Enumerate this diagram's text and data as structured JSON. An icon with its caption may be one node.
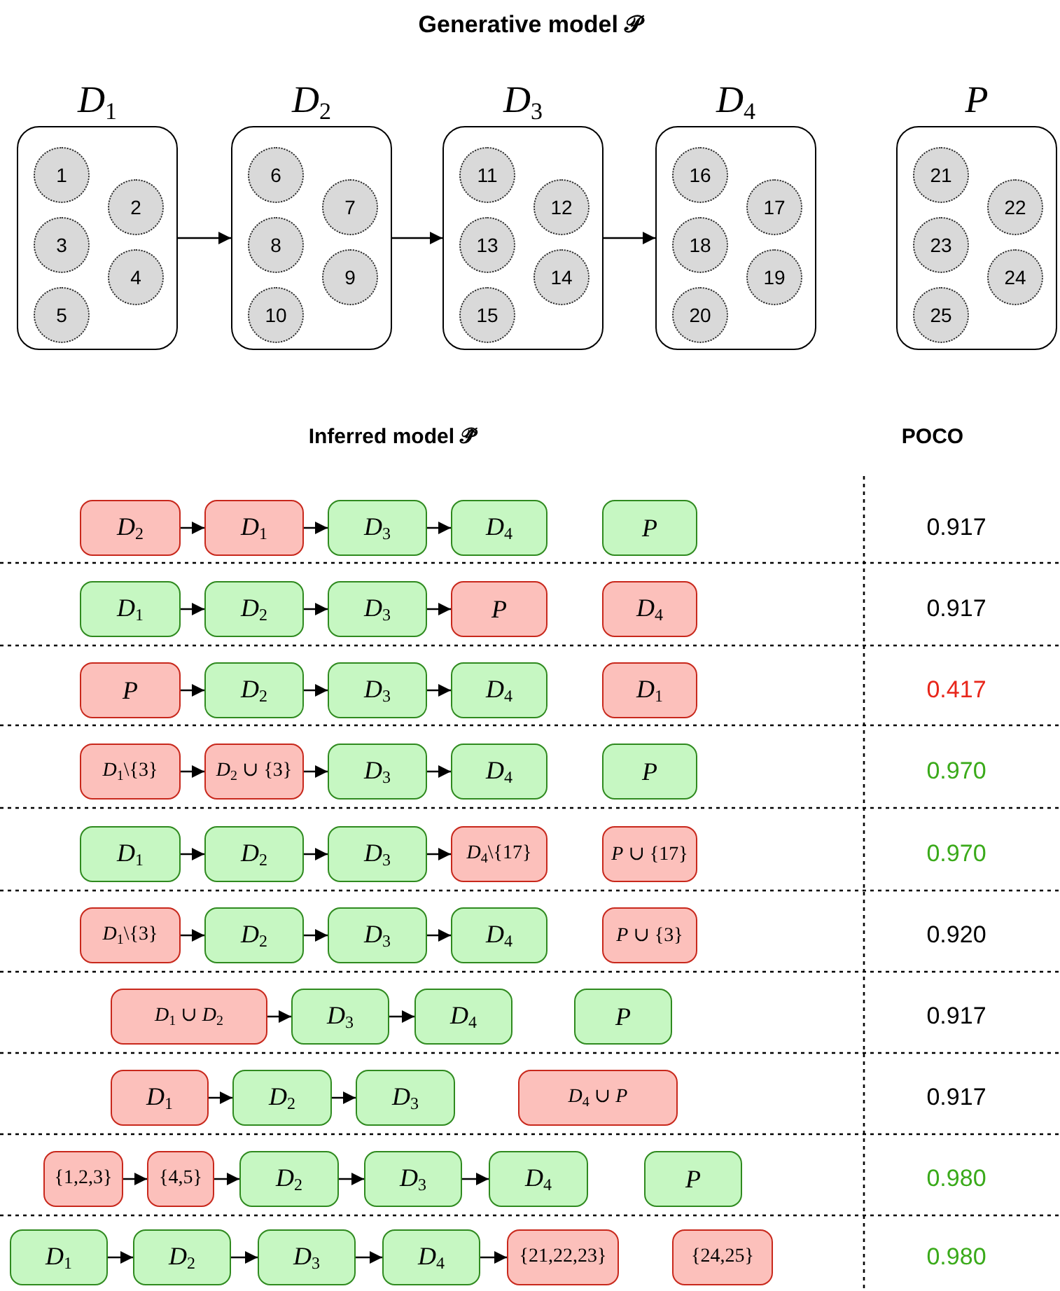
{
  "diagram": {
    "title": "Generative model 𝒫",
    "nodes": [
      {
        "text": [
          "*D*$_{1}$"
        ]
      },
      {
        "text": [
          "1"
        ],
        "in": 0
      },
      {
        "text": [
          "2"
        ],
        "in": 0
      },
      {
        "text": [
          "3"
        ],
        "in": 0
      },
      {
        "text": [
          "4"
        ],
        "in": 0
      },
      {
        "text": [
          "5"
        ],
        "in": 0
      },
      {
        "text": [
          "*D*$_{2}$"
        ]
      },
      {
        "text": [
          "6"
        ],
        "in": 6
      },
      {
        "text": [
          "7"
        ],
        "in": 6
      },
      {
        "text": [
          "8"
        ],
        "in": 6
      },
      {
        "text": [
          "9"
        ],
        "in": 6
      },
      {
        "text": [
          "10"
        ],
        "in": 6
      },
      {
        "text": [
          "*D*$_{3}$"
        ]
      },
      {
        "text": [
          "11"
        ],
        "in": 12
      },
      {
        "text": [
          "12"
        ],
        "in": 12
      },
      {
        "text": [
          "13"
        ],
        "in": 12
      },
      {
        "text": [
          "14"
        ],
        "in": 12
      },
      {
        "text": [
          "15"
        ],
        "in": 12
      },
      {
        "text": [
          "*D*$_{4}$"
        ]
      },
      {
        "text": [
          "16"
        ],
        "in": 18
      },
      {
        "text": [
          "17"
        ],
        "in": 18
      },
      {
        "text": [
          "18"
        ],
        "in": 18
      },
      {
        "text": [
          "19"
        ],
        "in": 18
      },
      {
        "text": [
          "20"
        ],
        "in": 18
      },
      {
        "text": [
          "*P*"
        ]
      },
      {
        "text": [
          "21"
        ],
        "in": 24
      },
      {
        "text": [
          "22"
        ],
        "in": 24
      },
      {
        "text": [
          "23"
        ],
        "in": 24
      },
      {
        "text": [
          "24"
        ],
        "in": 24
      },
      {
        "text": [
          "25"
        ],
        "in": 24
      },
      {
        "text": [
          "*D*$_{2}$"
        ]
      },
      {
        "text": [
          "*D*$_{1}$"
        ]
      },
      {
        "text": [
          "*D*$_{3}$"
        ]
      },
      {
        "text": [
          "*D*$_{4}$"
        ]
      },
      {
        "text": [
          "*P*"
        ]
      },
      {
        "text": [
          "*D*$_{1}$"
        ]
      },
      {
        "text": [
          "*D*$_{2}$"
        ]
      },
      {
        "text": [
          "*D*$_{3}$"
        ]
      },
      {
        "text": [
          "*P*"
        ]
      },
      {
        "text": [
          "*D*$_{4}$"
        ]
      },
      {
        "text": [
          "*P*"
        ]
      },
      {
        "text": [
          "*D*$_{2}$"
        ]
      },
      {
        "text": [
          "*D*$_{3}$"
        ]
      },
      {
        "text": [
          "*D*$_{4}$"
        ]
      },
      {
        "text": [
          "*D*$_{1}$"
        ]
      },
      {
        "text": [
          "*D*$_{1}$\\{3}"
        ]
      },
      {
        "text": [
          "*D*$_{2}$ ∪ {3}"
        ]
      },
      {
        "text": [
          "*D*$_{3}$"
        ]
      },
      {
        "text": [
          "*D*$_{4}$"
        ]
      },
      {
        "text": [
          "*P*"
        ]
      },
      {
        "text": [
          "*D*$_{1}$"
        ]
      },
      {
        "text": [
          "*D*$_{2}$"
        ]
      },
      {
        "text": [
          "*D*$_{3}$"
        ]
      },
      {
        "text": [
          "*D*$_{4}$\\{17}"
        ]
      },
      {
        "text": [
          "*P* ∪ {17}"
        ]
      },
      {
        "text": [
          "*D*$_{1}$\\{3}"
        ]
      },
      {
        "text": [
          "*D*$_{2}$"
        ]
      },
      {
        "text": [
          "*D*$_{3}$"
        ]
      },
      {
        "text": [
          "*D*$_{4}$"
        ]
      },
      {
        "text": [
          "*P* ∪ {3}"
        ]
      },
      {
        "text": [
          "*D*$_{1}$ ∪ *D*$_{2}$"
        ]
      },
      {
        "text": [
          "*D*$_{3}$"
        ]
      },
      {
        "text": [
          "*D*$_{4}$"
        ]
      },
      {
        "text": [
          "*P*"
        ]
      },
      {
        "text": [
          "*D*$_{1}$"
        ]
      },
      {
        "text": [
          "*D*$_{2}$"
        ]
      },
      {
        "text": [
          "*D*$_{3}$"
        ]
      },
      {
        "text": [
          "*D*$_{4}$ ∪ *P*"
        ]
      },
      {
        "text": [
          "{1,2,3}"
        ]
      },
      {
        "text": [
          "{4,5}"
        ]
      },
      {
        "text": [
          "*D*$_{2}$"
        ]
      },
      {
        "text": [
          "*D*$_{3}$"
        ]
      },
      {
        "text": [
          "*D*$_{4}$"
        ]
      },
      {
        "text": [
          "*P*"
        ]
      },
      {
        "text": [
          "*D*$_{1}$"
        ]
      },
      {
        "text": [
          "*D*$_{2}$"
        ]
      },
      {
        "text": [
          "*D*$_{3}$"
        ]
      },
      {
        "text": [
          "*D*$_{4}$"
        ]
      },
      {
        "text": [
          "{21,22,23}"
        ]
      },
      {
        "text": [
          "{24,25}"
        ]
      }
    ],
    "edges": [
      {
        "from": 0,
        "to": 6,
        "arrow": "to"
      },
      {
        "from": 6,
        "to": 12,
        "arrow": "to"
      },
      {
        "from": 12,
        "to": 18,
        "arrow": "to"
      },
      {
        "from": 30,
        "to": 31,
        "arrow": "to"
      },
      {
        "from": 31,
        "to": 32,
        "arrow": "to"
      },
      {
        "from": 32,
        "to": 33,
        "arrow": "to"
      },
      {
        "from": 35,
        "to": 36,
        "arrow": "to"
      },
      {
        "from": 36,
        "to": 37,
        "arrow": "to"
      },
      {
        "from": 37,
        "to": 38,
        "arrow": "to"
      },
      {
        "from": 40,
        "to": 41,
        "arrow": "to"
      },
      {
        "from": 41,
        "to": 42,
        "arrow": "to"
      },
      {
        "from": 42,
        "to": 43,
        "arrow": "to"
      },
      {
        "from": 45,
        "to": 46,
        "arrow": "to"
      },
      {
        "from": 46,
        "to": 47,
        "arrow": "to"
      },
      {
        "from": 47,
        "to": 48,
        "arrow": "to"
      },
      {
        "from": 50,
        "to": 51,
        "arrow": "to"
      },
      {
        "from": 51,
        "to": 52,
        "arrow": "to"
      },
      {
        "from": 52,
        "to": 53,
        "arrow": "to"
      },
      {
        "from": 55,
        "to": 56,
        "arrow": "to"
      },
      {
        "from": 56,
        "to": 57,
        "arrow": "to"
      },
      {
        "from": 57,
        "to": 58,
        "arrow": "to"
      },
      {
        "from": 60,
        "to": 61,
        "arrow": "to"
      },
      {
        "from": 61,
        "to": 62,
        "arrow": "to"
      },
      {
        "from": 64,
        "to": 65,
        "arrow": "to"
      },
      {
        "from": 65,
        "to": 66,
        "arrow": "to"
      },
      {
        "from": 68,
        "to": 69,
        "arrow": "to"
      },
      {
        "from": 69,
        "to": 70,
        "arrow": "to"
      },
      {
        "from": 70,
        "to": 71,
        "arrow": "to"
      },
      {
        "from": 71,
        "to": 72,
        "arrow": "to"
      },
      {
        "from": 74,
        "to": 75,
        "arrow": "to"
      },
      {
        "from": 75,
        "to": 76,
        "arrow": "to"
      },
      {
        "from": 76,
        "to": 77,
        "arrow": "to"
      },
      {
        "from": 77,
        "to": 78,
        "arrow": "to"
      }
    ],
    "labels": [
      "Inferred model 𝒫̂",
      "POCO",
      "0.917",
      "0.917",
      "0.417",
      "0.970",
      "0.970",
      "0.920",
      "0.917",
      "0.917",
      "0.980",
      "0.980"
    ]
  }
}
